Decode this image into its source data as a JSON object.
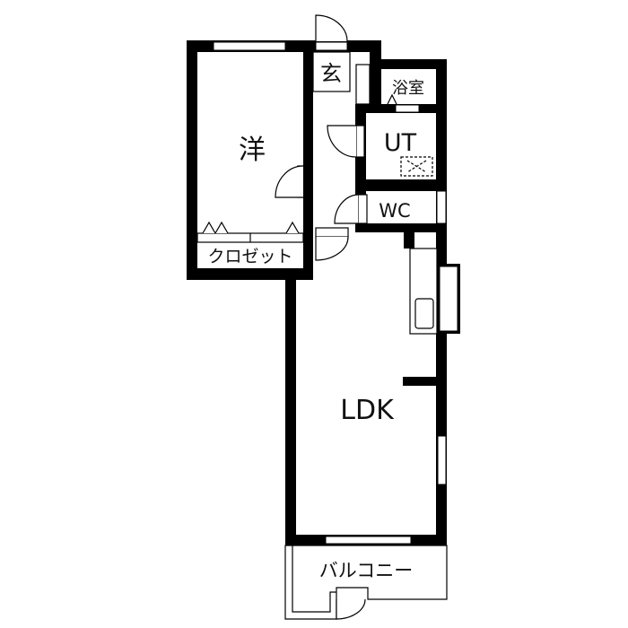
{
  "floor_plan": {
    "rooms": {
      "western_room": "洋",
      "closet": "クロゼット",
      "entrance": "玄",
      "bathroom": "浴室",
      "utility": "UT",
      "toilet": "WC",
      "ldk": "LDK",
      "balcony": "バルコニー"
    },
    "colors": {
      "wall": "#000000",
      "background": "#ffffff"
    }
  }
}
